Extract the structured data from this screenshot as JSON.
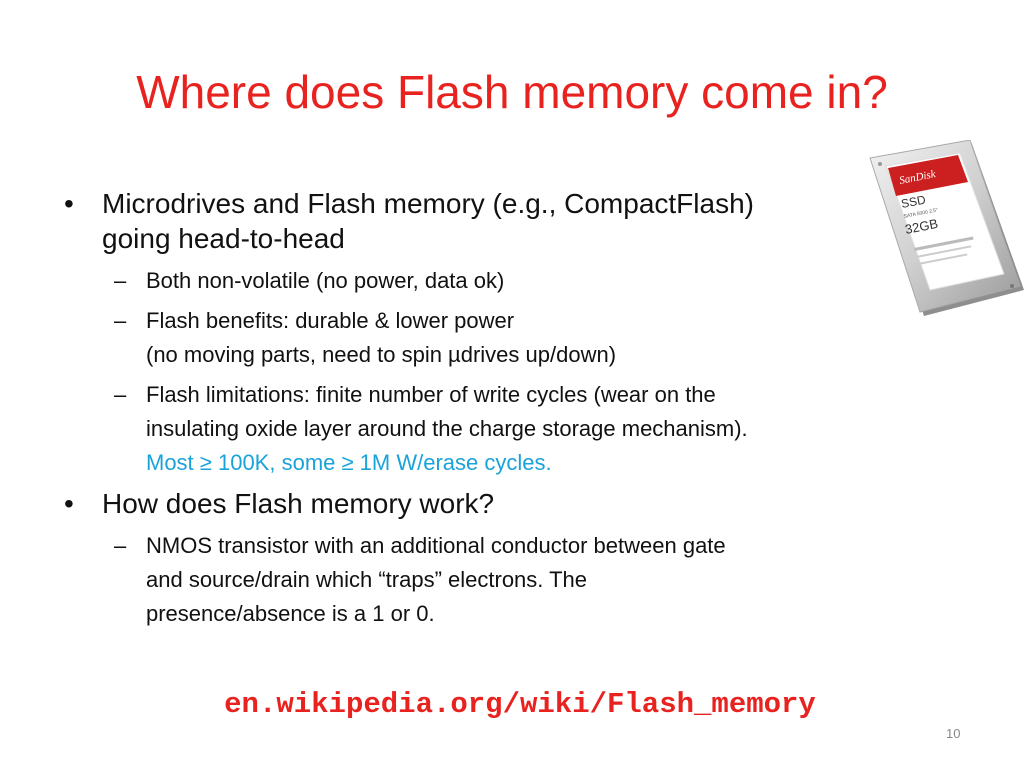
{
  "slide": {
    "title": "Where does Flash memory come in?",
    "bullets": [
      {
        "text_lines": [
          "Microdrives and Flash memory (e.g., CompactFlash)",
          "going head-to-head"
        ],
        "subitems": [
          {
            "lines": [
              "Both non-volatile (no power, data ok)"
            ]
          },
          {
            "lines": [
              "Flash benefits: durable & lower power",
              "(no moving parts, need to spin µdrives up/down)"
            ]
          },
          {
            "lines": [
              "Flash limitations: finite number of write cycles (wear on the",
              "insulating oxide layer around the charge storage mechanism)."
            ],
            "highlight": "Most ≥ 100K, some ≥ 1M W/erase cycles."
          }
        ]
      },
      {
        "text_lines": [
          "How does Flash memory work?"
        ],
        "subitems": [
          {
            "lines": [
              "NMOS transistor with an additional conductor between gate",
              "and source/drain which “traps” electrons. The",
              "presence/absence is a 1 or 0."
            ]
          }
        ]
      }
    ],
    "link": "en.wikipedia.org/wiki/Flash_memory",
    "page_number": "10",
    "ssd_image": {
      "brand": "SanDisk",
      "type": "SSD",
      "model": "SATA 5000 2.5\"",
      "capacity": "32GB"
    },
    "colors": {
      "title": "#e8231f",
      "highlight": "#1aa3d9",
      "link": "#e8231f"
    }
  }
}
